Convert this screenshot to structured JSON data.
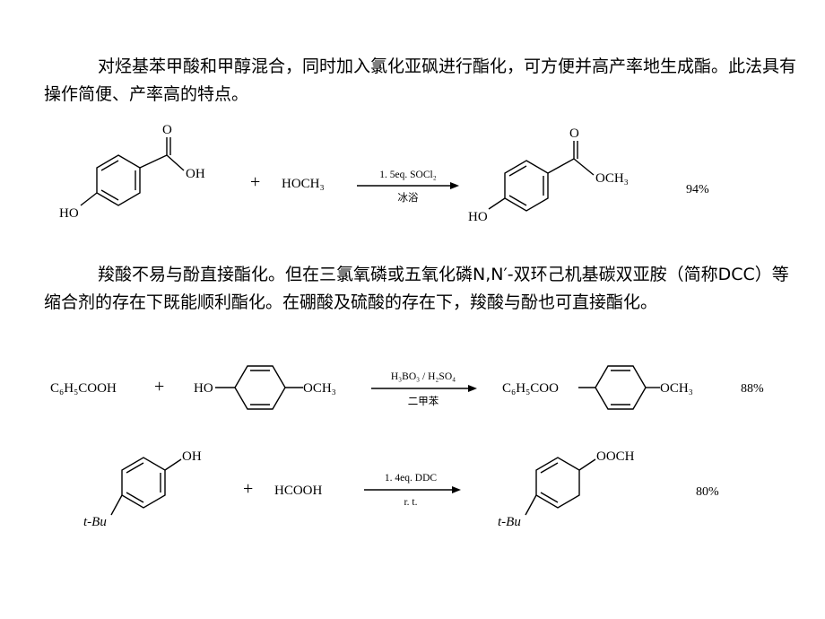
{
  "paragraph1": "对烃基苯甲酸和甲醇混合，同时加入氯化亚砜进行酯化，可方便并高产率地生成酯。此法具有操作简便、产率高的特点。",
  "paragraph2": "羧酸不易与酚直接酯化。但在三氯氧磷或五氧化磷N,N′-双环己机基碳双亚胺（简称DCC）等缩合剂的存在下既能顺利酯化。在硼酸及硫酸的存在下，羧酸与酚也可直接酯化。",
  "reaction1": {
    "reactant_oh_label": "OH",
    "reactant_o_label": "O",
    "reactant_ho_label": "HO",
    "plus": "+",
    "reagent": "HOCH₃",
    "condition_top": "1. 5eq. SOCl₂",
    "condition_bottom": "冰浴",
    "product_o_label": "O",
    "product_och3_label": "OCH₃",
    "product_ho_label": "HO",
    "yield": "94%"
  },
  "reaction2": {
    "reactant1": "C₆H₅COOH",
    "plus": "+",
    "phenol_ho": "HO",
    "phenol_och3": "OCH₃",
    "condition_top": "H₃BO₃ / H₂SO₄",
    "condition_bottom": "二甲苯",
    "product_prefix": "C₆H₅COO",
    "product_och3": "OCH₃",
    "yield": "88%"
  },
  "reaction3": {
    "reactant_oh": "OH",
    "reactant_tbu": "t-Bu",
    "plus": "+",
    "reagent": "HCOOH",
    "condition_top": "1. 4eq. DDC",
    "condition_bottom": "r. t.",
    "product_label": "OOCH",
    "product_tbu": "t-Bu",
    "yield": "80%"
  }
}
